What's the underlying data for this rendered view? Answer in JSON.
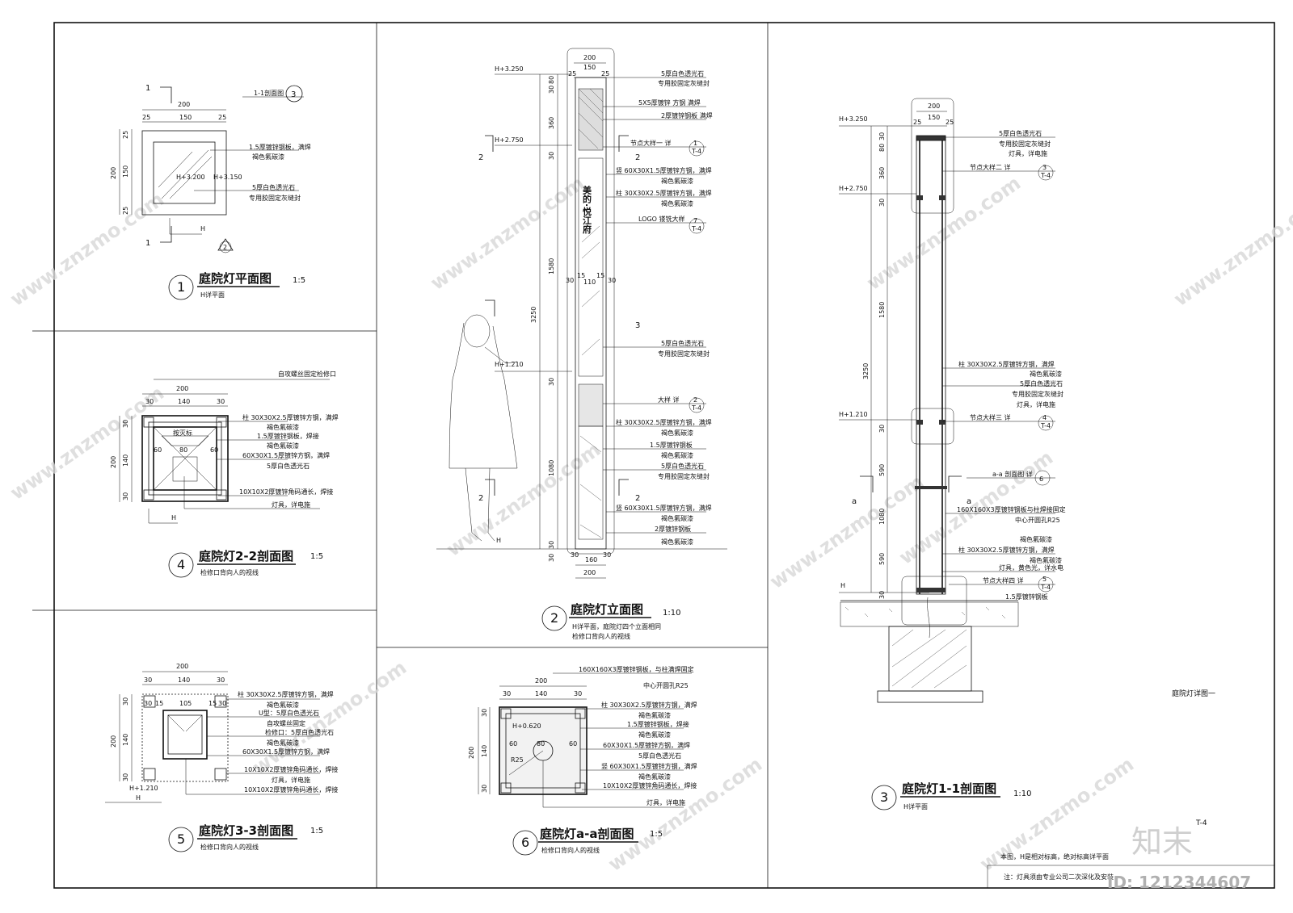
{
  "sheet": {
    "title": "庭院灯详图一",
    "sheet_no": "T-4",
    "note1": "本图，H是相对标高，绝对标高详平面",
    "note2": "注：灯具须由专业公司二次深化及安装",
    "watermark": "www.znzmo.com",
    "brand": "知末",
    "id_label": "ID: 1212344607"
  },
  "plan": {
    "title": "庭院灯平面图",
    "num": "1",
    "scale": "1:5",
    "sub": "H详平面",
    "dims": {
      "d200": "200",
      "d150": "150",
      "d25": "25"
    },
    "labels": [
      "1.5厚镀锌钢板，满焊",
      "褐色氟碳漆",
      "5厚白色透光石",
      "专用胶固定灰缝封"
    ],
    "levels": [
      "H+3.200",
      "H+3.150"
    ],
    "section_ref": "1-1剖面图",
    "section_ref_num": "3",
    "cut_mark": "1",
    "arrow_num": "2",
    "h": "H"
  },
  "sec22": {
    "title": "庭院灯2-2剖面图",
    "num": "4",
    "scale": "1:5",
    "sub": "检修口背向人的视线",
    "top_label": "自攻螺丝固定检修口",
    "dims": {
      "d200": "200",
      "d140": "140",
      "d30": "30",
      "d80": "80",
      "d60": "60"
    },
    "inner": "按灭标",
    "labels": [
      "柱 30X30X2.5厚镀锌方钢，满焊",
      "褐色氟碳漆",
      "1.5厚镀锌钢板，焊接",
      "褐色氟碳漆",
      "60X30X1.5厚镀锌方钢，满焊",
      "5厚白色透光石",
      "10X10X2厚镀锌角码通长，焊接",
      "灯具，详电施"
    ],
    "h": "H"
  },
  "sec33": {
    "title": "庭院灯3-3剖面图",
    "num": "5",
    "scale": "1:5",
    "sub": "检修口背向人的视线",
    "dims": {
      "d200": "200",
      "d140": "140",
      "d30": "30",
      "d105": "105",
      "d15": "15"
    },
    "labels": [
      "柱 30X30X2.5厚镀锌方钢，满焊",
      "褐色氟碳漆",
      "U型：5厚白色透光石",
      "自攻螺丝固定",
      "检修口：5厚白色透光石",
      "褐色氟碳漆",
      "60X30X1.5厚镀锌方钢，满焊",
      "10X10X2厚镀锌角码通长，焊接",
      "灯具，详电施",
      "10X10X2厚镀锌角码通长，焊接"
    ],
    "level": "H+1.210",
    "h": "H"
  },
  "elev": {
    "title": "庭院灯立面图",
    "num": "2",
    "scale": "1:10",
    "sub1": "H详平面，庭院灯四个立面相同",
    "sub2": "检修口背向人的视线",
    "levels": [
      "H+3.250",
      "H+2.750",
      "H+1.210",
      "H"
    ],
    "dims_top": [
      "200",
      "150",
      "25",
      "25"
    ],
    "dims_v": [
      "30",
      "80",
      "360",
      "30",
      "1580",
      "3250",
      "30",
      "1080",
      "30",
      "30"
    ],
    "dims_bottom": [
      "30",
      "160",
      "30",
      "200"
    ],
    "dims_mid": [
      "30",
      "15",
      "110",
      "15",
      "30"
    ],
    "sign": "美的·悦江府",
    "labels": [
      "5厚白色透光石",
      "专用胶固定灰缝封",
      "5X5厚镀锌 方钢 满焊",
      "2厚镀锌钢板 满焊",
      "节点大样一 详",
      "竖 60X30X1.5厚镀锌方钢，满焊",
      "褐色氟碳漆",
      "柱 30X30X2.5厚镀锌方钢，满焊",
      "褐色氟碳漆",
      "LOGO 镂铣大样",
      "5厚白色透光石",
      "专用胶固定灰缝封",
      "大样 详",
      "柱 30X30X2.5厚镀锌方钢，满焊",
      "褐色氟碳漆",
      "1.5厚镀锌钢板",
      "褐色氟碳漆",
      "5厚白色透光石",
      "专用胶固定灰缝封",
      "竖 60X30X1.5厚镀锌方钢，满焊",
      "褐色氟碳漆",
      "2厚镀锌钢板",
      "褐色氟碳漆"
    ],
    "refs": [
      "1",
      "T-4",
      "7",
      "T-4",
      "2",
      "T-4"
    ],
    "cuts": [
      "2",
      "3"
    ]
  },
  "secaa": {
    "title": "庭院灯a-a剖面图",
    "num": "6",
    "scale": "1:5",
    "sub": "检修口背向人的视线",
    "level": "H+0.620",
    "r": "R25",
    "dims": {
      "d200": "200",
      "d140": "140",
      "d30": "30",
      "d80": "80",
      "d60": "60"
    },
    "labels": [
      "160X160X3厚镀锌钢板，与柱满焊固定",
      "中心开圆孔R25",
      "柱 30X30X2.5厚镀锌方钢，满焊",
      "褐色氟碳漆",
      "1.5厚镀锌钢板，焊接",
      "褐色氟碳漆",
      "60X30X1.5厚镀锌方钢，满焊",
      "5厚白色透光石",
      "竖 60X30X1.5厚镀锌方钢，满焊",
      "褐色氟碳漆",
      "10X10X2厚镀锌角码通长，焊接",
      "灯具，详电施"
    ]
  },
  "sec11": {
    "title": "庭院灯1-1剖面图",
    "num": "3",
    "scale": "1:10",
    "sub": "H详平面",
    "levels": [
      "H+3.250",
      "H+2.750",
      "H+1.210",
      "H"
    ],
    "dims_top": [
      "200",
      "150",
      "25",
      "25"
    ],
    "dims_v": [
      "30",
      "80",
      "360",
      "30",
      "1580",
      "3250",
      "30",
      "590",
      "1080",
      "590",
      "30"
    ],
    "labels": [
      "5厚白色透光石",
      "专用胶固定灰缝封",
      "灯具，详电施",
      "节点大样二 详",
      "柱 30X30X2.5厚镀锌方钢，满焊",
      "褐色氟碳漆",
      "5厚白色透光石",
      "专用胶固定灰缝封",
      "灯具，详电施",
      "节点大样三 详",
      "a-a 剖面图 详",
      "160X160X3厚镀锌钢板与柱焊接固定",
      "中心开圆孔R25",
      "褐色氟碳漆",
      "柱 30X30X2.5厚镀锌方钢，满焊",
      "褐色氟碳漆",
      "灯具，黄色光，详水电",
      "节点大样四 详",
      "1.5厚镀锌钢板"
    ],
    "refs": [
      "3",
      "T-4",
      "4",
      "T-4",
      "6",
      "5",
      "T-4"
    ],
    "cut": "a"
  }
}
